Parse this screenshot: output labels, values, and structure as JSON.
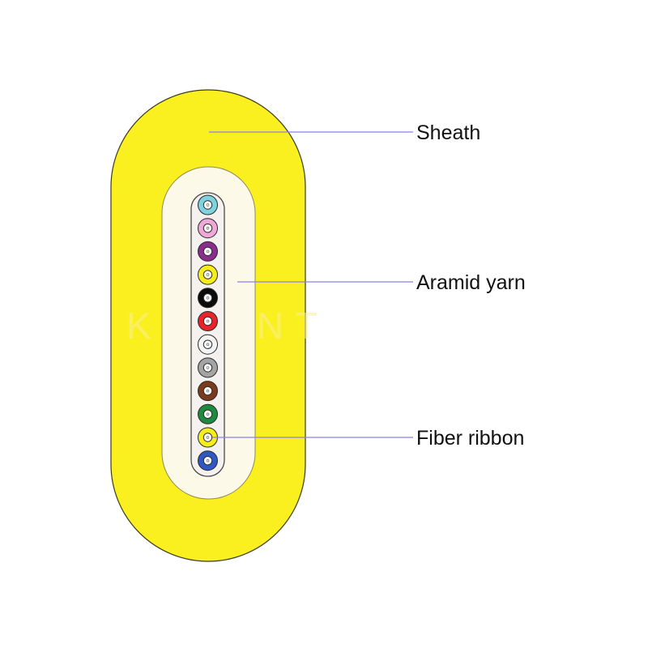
{
  "labels": {
    "sheath": "Sheath",
    "aramid_yarn": "Aramid yarn",
    "fiber_ribbon": "Fiber ribbon"
  },
  "watermark": "KEXINT",
  "colors": {
    "sheath": "#fbf01f",
    "sheath_outline": "#3a3a1a",
    "aramid_yarn": "#fdf9e8",
    "ribbon_frame": "#f4f1ee",
    "leader_line": "#8a80e8"
  },
  "fibers": [
    {
      "name": "aqua",
      "color": "#7fd3df"
    },
    {
      "name": "rose",
      "color": "#f0a9d6"
    },
    {
      "name": "violet",
      "color": "#8a2e8e"
    },
    {
      "name": "yellow",
      "color": "#f6ee1c"
    },
    {
      "name": "black",
      "color": "#0b0b0b"
    },
    {
      "name": "red",
      "color": "#e8242a"
    },
    {
      "name": "white",
      "color": "#f4f4f4"
    },
    {
      "name": "slate",
      "color": "#a4a4a4"
    },
    {
      "name": "brown",
      "color": "#7a3a1c"
    },
    {
      "name": "green",
      "color": "#1f8a3d"
    },
    {
      "name": "yellow",
      "color": "#f6ee1c"
    },
    {
      "name": "blue",
      "color": "#2f58c4"
    }
  ]
}
